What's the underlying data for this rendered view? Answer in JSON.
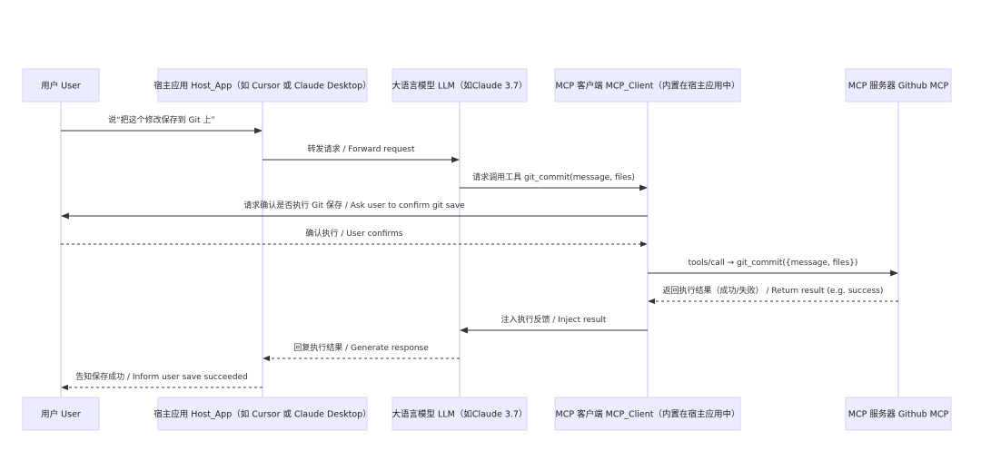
{
  "diagram": {
    "participants": [
      {
        "id": "user",
        "label": "用户 User"
      },
      {
        "id": "host",
        "label": "宿主应用 Host_App（如 Cursor 或 Claude Desktop）"
      },
      {
        "id": "llm",
        "label": "大语言模型 LLM（如Claude 3.7）"
      },
      {
        "id": "client",
        "label": "MCP 客户端 MCP_Client（内置在宿主应用中）"
      },
      {
        "id": "server",
        "label": "MCP 服务器 Github MCP"
      }
    ],
    "messages": [
      {
        "from": "user",
        "to": "host",
        "label": "说“把这个修改保存到 Git 上”",
        "style": "solid"
      },
      {
        "from": "host",
        "to": "llm",
        "label": "转发请求 / Forward request",
        "style": "solid"
      },
      {
        "from": "llm",
        "to": "client",
        "label": "请求调用工具 git_commit(message, files)",
        "style": "solid"
      },
      {
        "from": "client",
        "to": "user",
        "label": "请求确认是否执行 Git 保存 / Ask user to confirm git save",
        "style": "solid"
      },
      {
        "from": "user",
        "to": "client",
        "label": "确认执行 / User confirms",
        "style": "dashed"
      },
      {
        "from": "client",
        "to": "server",
        "label": "tools/call → git_commit({message, files})",
        "style": "solid"
      },
      {
        "from": "server",
        "to": "client",
        "label": "返回执行结果（成功/失败） / Return result (e.g. success)",
        "style": "dashed"
      },
      {
        "from": "client",
        "to": "llm",
        "label": "注入执行反馈 / Inject result",
        "style": "solid"
      },
      {
        "from": "llm",
        "to": "host",
        "label": "回复执行结果 / Generate response",
        "style": "dashed"
      },
      {
        "from": "host",
        "to": "user",
        "label": "告知保存成功 / Inform user save succeeded",
        "style": "dashed"
      }
    ]
  }
}
